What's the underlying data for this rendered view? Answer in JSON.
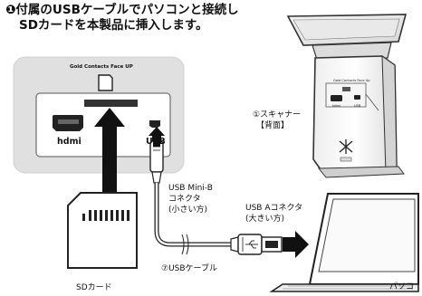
{
  "title": {
    "line1": "❶付属のUSBケーブルでパソコンと接続し",
    "line2": "SDカードを本製品に挿入します。"
  },
  "panel": {
    "gold_contacts": "Gold Contacts Face UP",
    "hdmi_label": "hdmi",
    "usb_label": "USB"
  },
  "scanner": {
    "callout_line1": "①スキャナー",
    "callout_line2": "【背面】",
    "device_text": "Gold Contacts Face Up",
    "port_hdmi": "hdmi",
    "port_usb": "USB"
  },
  "connectors": {
    "mini_b_line1": "USB Mini-B",
    "mini_b_line2": "コネクタ",
    "mini_b_line3": "(小さい方)",
    "a_line1": "USB Aコネクタ",
    "a_line2": "(大きい方)"
  },
  "cable_label": "⑦USBケーブル",
  "sd_card_label": "SDカード",
  "pc_label": "パソコ"
}
